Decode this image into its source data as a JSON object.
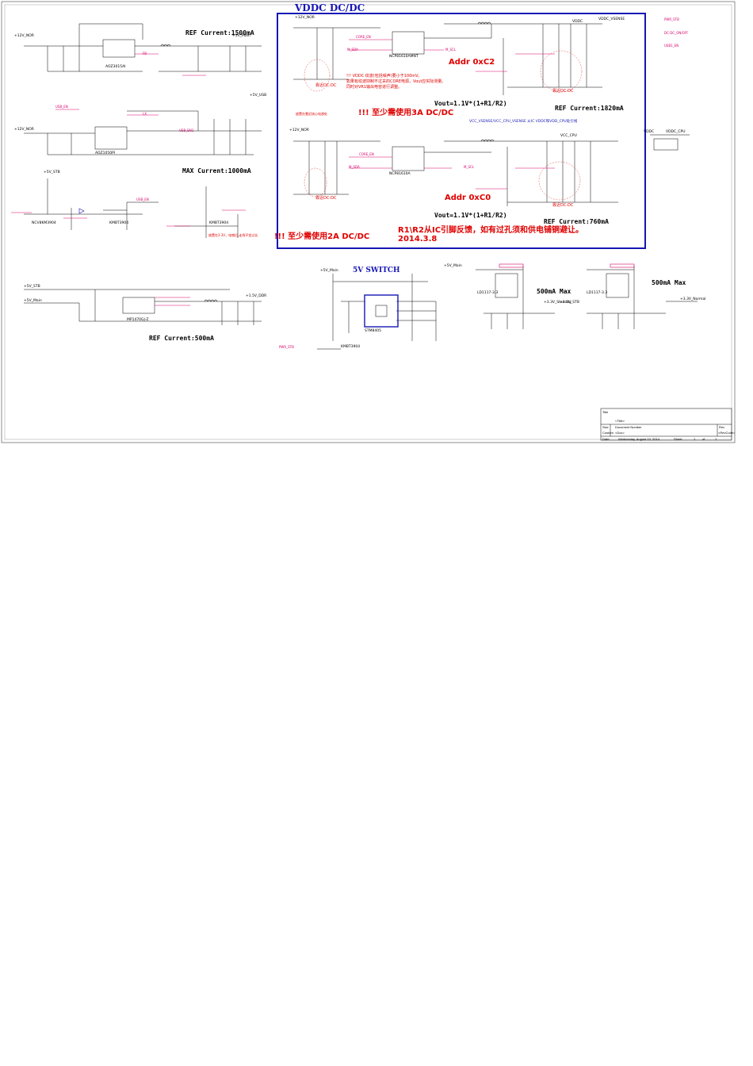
{
  "titles": {
    "vddc": "VDDC DC/DC",
    "sw5v": "5V SWITCH"
  },
  "refs": {
    "r1500": "REF Current:1500mA",
    "r1820": "REF Current:1820mA",
    "r1000": "MAX Current:1000mA",
    "r760": "REF Current:760mA",
    "r500": "REF Current:500mA",
    "m500a": "500mA Max",
    "m500b": "500mA Max"
  },
  "notes": {
    "addr_c2": "Addr 0xC2",
    "addr_c0": "Addr 0xC0",
    "vout1": "Vout=1.1V*(1+R1/R2)",
    "vout2": "Vout=1.1V*(1+R1/R2)",
    "need3a": "!!! 至少需使用3A DC/DC",
    "need2a": "!!! 至少需使用2A DC/DC",
    "r1r2": "R1\\R2从IC引脚反馈，如有过孔须和供电铺铜避让。",
    "date": "2014.3.8",
    "vddc_n1": "!!! VDDC 纹波(包括噪声)要小于100mV。",
    "vddc_n2": "如果有纹波抑制不过关的CORE电源，Vout应实际测量。",
    "vddc_n3": "同时对VR1输出电容进行调整。",
    "near1": "靠近DC-DC",
    "near2": "靠近DC-DC",
    "near3": "靠近DC-DC",
    "near4": "靠近DC-DC",
    "vsense": "VCC_VSENSE/VCC_CPU_VSENSE 从IC VDDC和VDD_CPU处引线",
    "place1": "放置在靠近核心电源处",
    "place2": "放置在3.3V，电感后,走线不宜过长"
  },
  "nets": [
    "+12V_NOR",
    "+5V_Main",
    "+5V_USB",
    "+5V_STB",
    "PWR_STB",
    "DC-DC_ON/OFF",
    "USB1_EN",
    "USB_EN",
    "CORE_EN",
    "M_SDA",
    "M_SCL",
    "VDDC",
    "VDDC_VSENSE",
    "VDDC_CPU",
    "VCC_CPU",
    "+1.5V_DDR",
    "+3.3V_Normal",
    "+3.3V_Standby",
    "+3.3V_STB",
    "LX",
    "FB",
    "USB_EN1"
  ],
  "parts": {
    "u5": "AOZ3015AI",
    "u3": "AOZ1050PI",
    "u9": "NCP81610AMNT",
    "u8": "NCP81610A",
    "u2": "MP1470GJ-Z",
    "u26": "STM8405",
    "u1": "LD1117-3.3",
    "u4": "LD1117-3.3",
    "q1": "KMBT3904",
    "q2": "NCV8KM3904",
    "q3": "KMBT3904",
    "q4": "KMBT3904",
    "q5": "KMBT3904"
  },
  "title_block": {
    "title_label": "Title",
    "title_value": "<Title>",
    "size_label": "Size",
    "size_value": "Custom",
    "doc_label": "Document Number",
    "doc_value": "<Doc>",
    "rev_label": "Rev",
    "rev_value": "<RevCode>",
    "date_label": "Date:",
    "date_value": "Wednesday, August 13, 2014",
    "sheet_label": "Sheet",
    "sheet_value": "1",
    "of_label": "of",
    "of_value": "1"
  }
}
